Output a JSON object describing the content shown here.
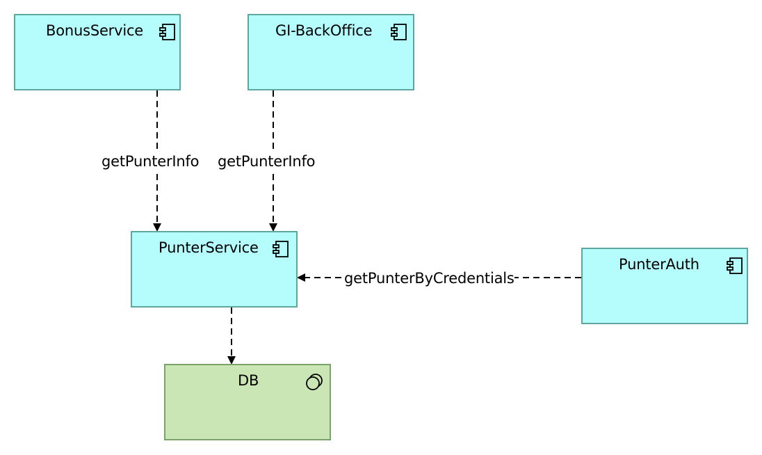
{
  "nodes": [
    {
      "id": "bonus",
      "label": "BonusService",
      "kind": "component",
      "icon": "component-icon"
    },
    {
      "id": "backoffice",
      "label": "GI-BackOffice",
      "kind": "component",
      "icon": "component-icon"
    },
    {
      "id": "punter",
      "label": "PunterService",
      "kind": "component",
      "icon": "component-icon"
    },
    {
      "id": "auth",
      "label": "PunterAuth",
      "kind": "component",
      "icon": "component-icon"
    },
    {
      "id": "db",
      "label": "DB",
      "kind": "datastore",
      "icon": "system-software-icon"
    }
  ],
  "edges": [
    {
      "from": "bonus",
      "to": "punter",
      "label": "getPunterInfo"
    },
    {
      "from": "backoffice",
      "to": "punter",
      "label": "getPunterInfo"
    },
    {
      "from": "auth",
      "to": "punter",
      "label": "getPunterByCredentials"
    },
    {
      "from": "punter",
      "to": "db",
      "label": ""
    }
  ],
  "colors": {
    "component_fill": "#b5fdfd",
    "component_border": "#5fa69e",
    "datastore_fill": "#cbe6b5",
    "datastore_border": "#7aa36a",
    "edge": "#000000"
  }
}
